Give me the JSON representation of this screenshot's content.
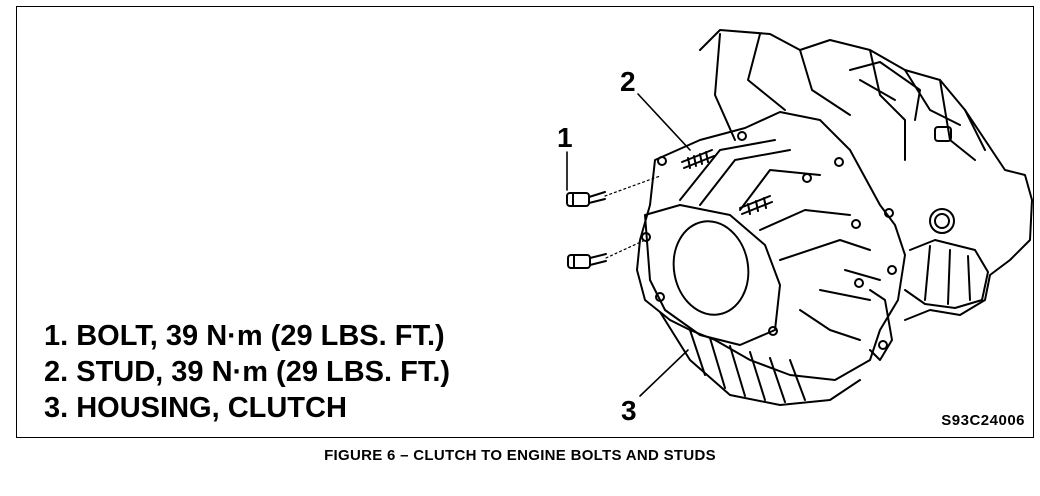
{
  "legend": [
    {
      "number": "1",
      "text": "1. BOLT, 39 N·m (29 LBS. FT.)"
    },
    {
      "number": "2",
      "text": "2. STUD, 39 N·m (29 LBS. FT.)"
    },
    {
      "number": "3",
      "text": "3. HOUSING, CLUTCH"
    }
  ],
  "callouts": {
    "bolt": "1",
    "stud": "2",
    "housing": "3"
  },
  "figure_code": "S93C24006",
  "caption": "FIGURE 6 – CLUTCH TO ENGINE BOLTS AND STUDS"
}
